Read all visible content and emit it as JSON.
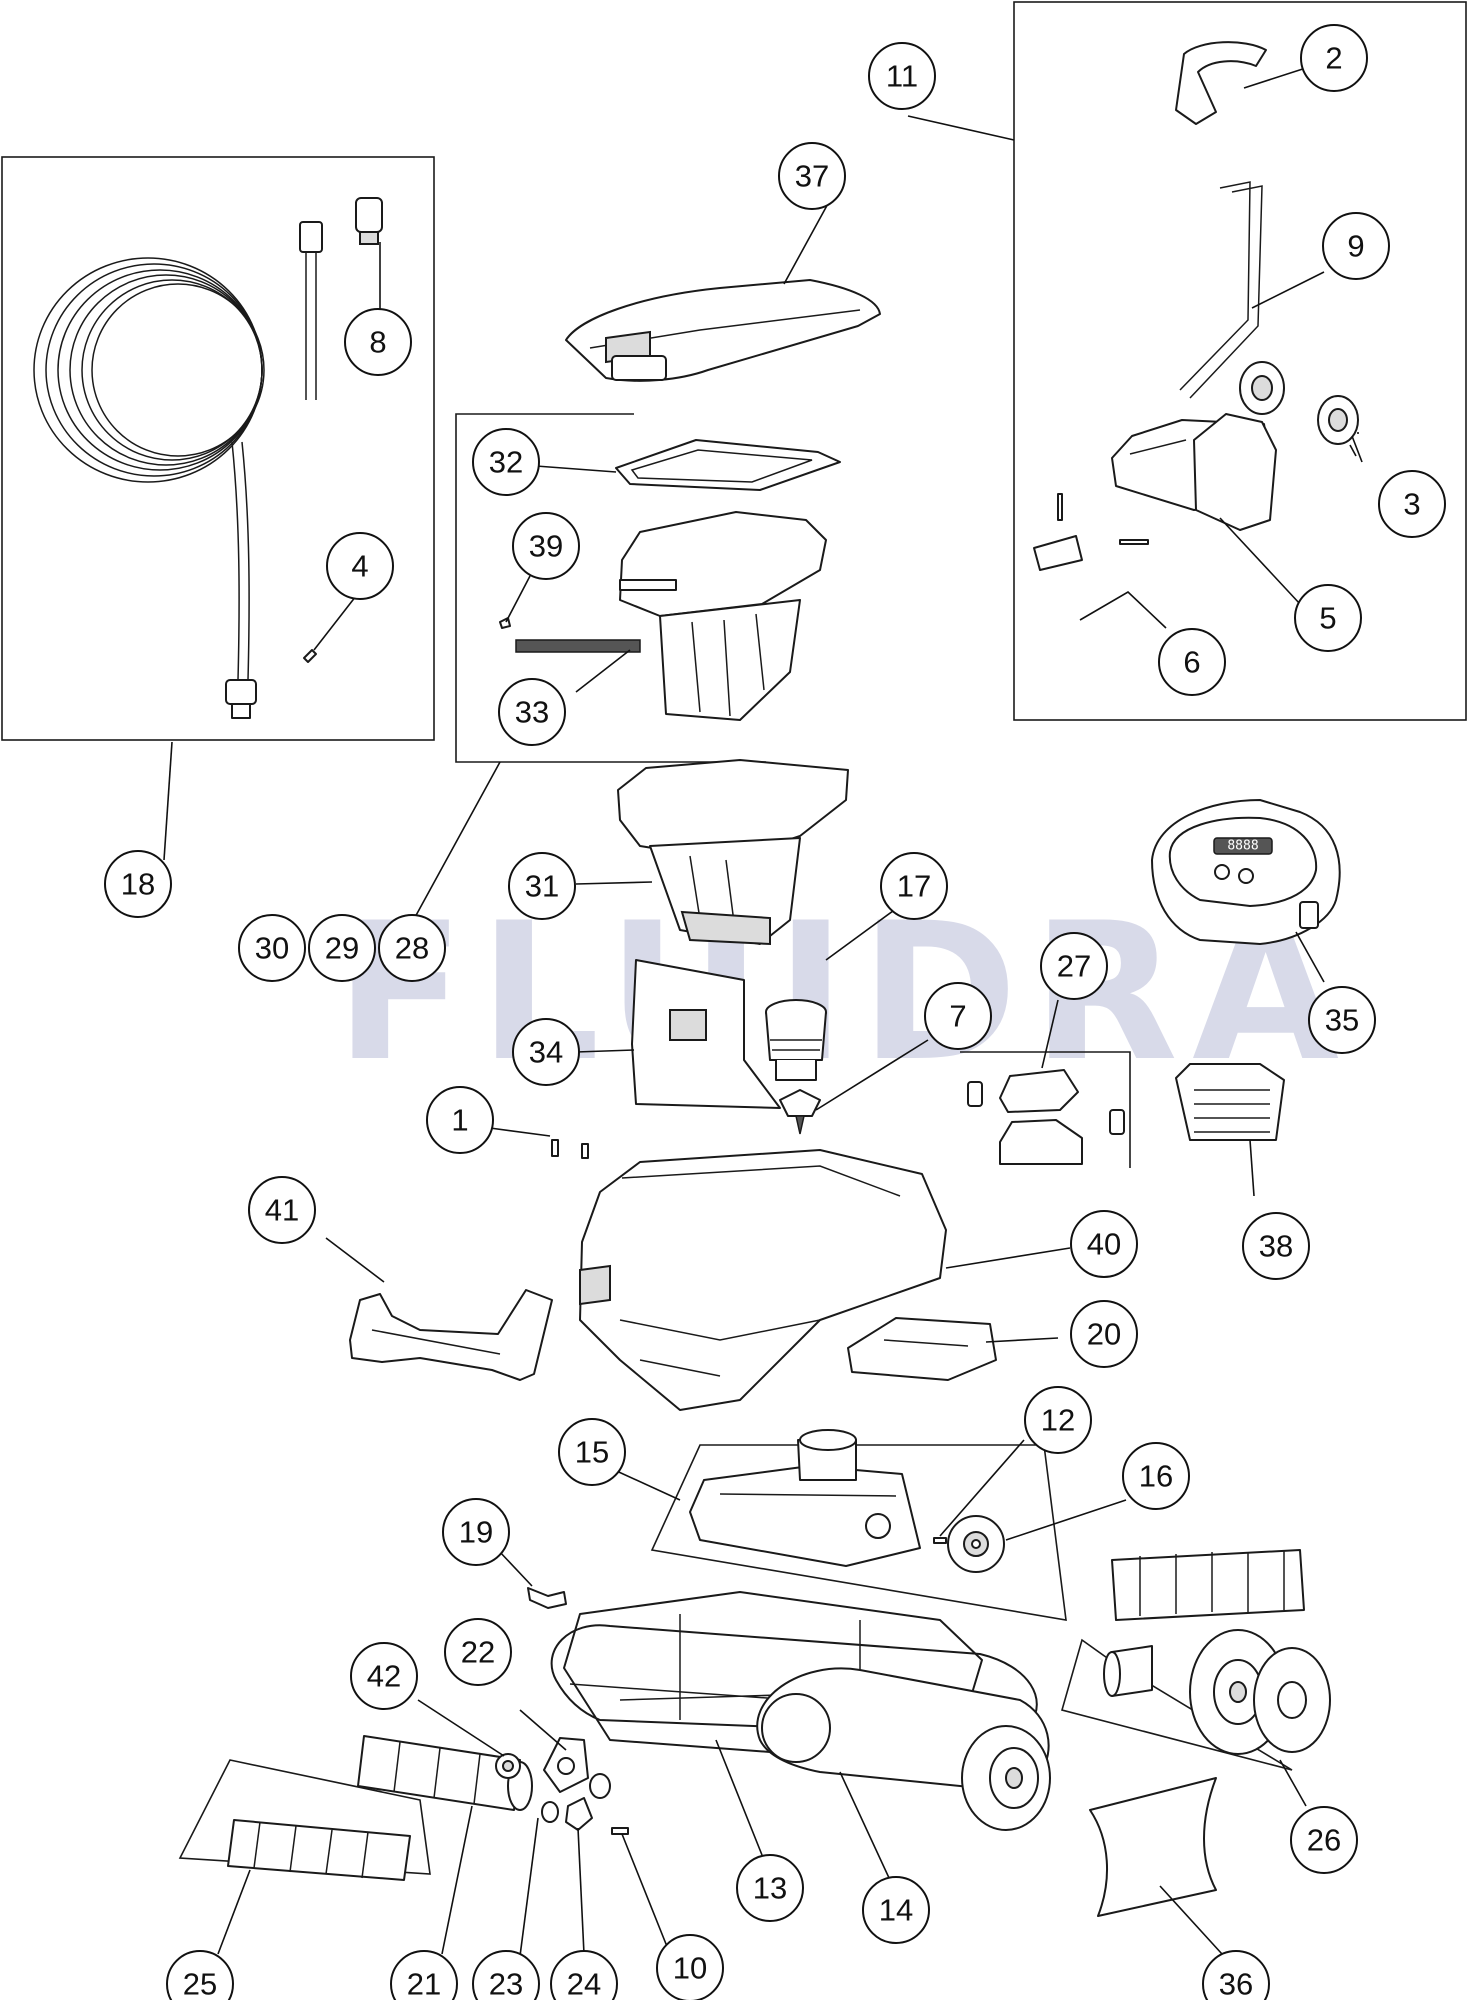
{
  "watermark": "FLUIDRA",
  "callouts": [
    {
      "id": "c1",
      "label": "1"
    },
    {
      "id": "c2",
      "label": "2"
    },
    {
      "id": "c3",
      "label": "3"
    },
    {
      "id": "c4",
      "label": "4"
    },
    {
      "id": "c5",
      "label": "5"
    },
    {
      "id": "c6",
      "label": "6"
    },
    {
      "id": "c7",
      "label": "7"
    },
    {
      "id": "c8",
      "label": "8"
    },
    {
      "id": "c9",
      "label": "9"
    },
    {
      "id": "c10",
      "label": "10"
    },
    {
      "id": "c11",
      "label": "11"
    },
    {
      "id": "c12",
      "label": "12"
    },
    {
      "id": "c13",
      "label": "13"
    },
    {
      "id": "c14",
      "label": "14"
    },
    {
      "id": "c15",
      "label": "15"
    },
    {
      "id": "c16",
      "label": "16"
    },
    {
      "id": "c17",
      "label": "17"
    },
    {
      "id": "c18",
      "label": "18"
    },
    {
      "id": "c19",
      "label": "19"
    },
    {
      "id": "c20",
      "label": "20"
    },
    {
      "id": "c21",
      "label": "21"
    },
    {
      "id": "c22",
      "label": "22"
    },
    {
      "id": "c23",
      "label": "23"
    },
    {
      "id": "c24",
      "label": "24"
    },
    {
      "id": "c25",
      "label": "25"
    },
    {
      "id": "c26",
      "label": "26"
    },
    {
      "id": "c27",
      "label": "27"
    },
    {
      "id": "c28",
      "label": "28"
    },
    {
      "id": "c29",
      "label": "29"
    },
    {
      "id": "c30",
      "label": "30"
    },
    {
      "id": "c31",
      "label": "31"
    },
    {
      "id": "c32",
      "label": "32"
    },
    {
      "id": "c33",
      "label": "33"
    },
    {
      "id": "c34",
      "label": "34"
    },
    {
      "id": "c35",
      "label": "35"
    },
    {
      "id": "c36",
      "label": "36"
    },
    {
      "id": "c37",
      "label": "37"
    },
    {
      "id": "c38",
      "label": "38"
    },
    {
      "id": "c39",
      "label": "39"
    },
    {
      "id": "c40",
      "label": "40"
    },
    {
      "id": "c41",
      "label": "41"
    },
    {
      "id": "c42",
      "label": "42"
    }
  ],
  "control_box_display": "8888"
}
